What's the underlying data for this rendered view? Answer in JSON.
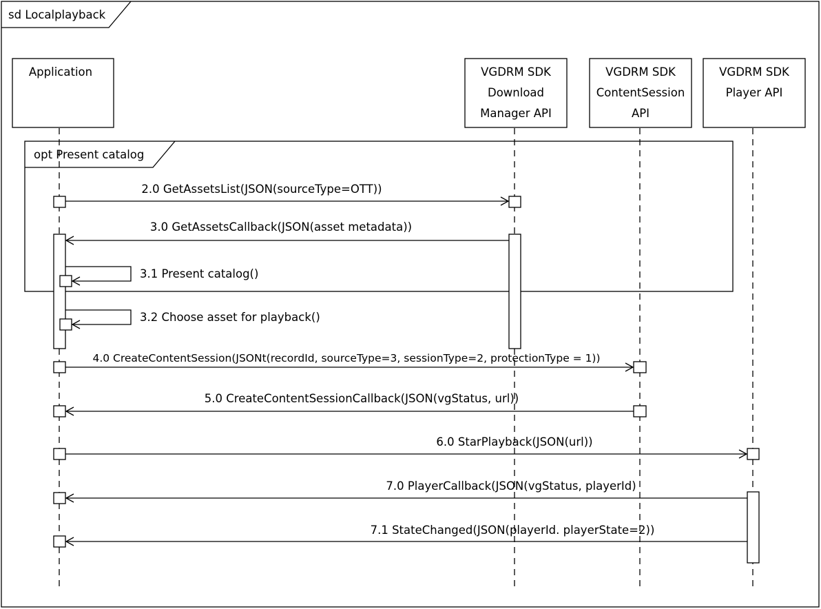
{
  "frame": {
    "title": "sd Localplayback"
  },
  "lifelines": [
    {
      "id": "app",
      "lines": [
        "Application"
      ]
    },
    {
      "id": "dm",
      "lines": [
        "VGDRM SDK",
        "Download",
        "Manager API"
      ]
    },
    {
      "id": "cs",
      "lines": [
        "VGDRM SDK",
        "ContentSession",
        "API"
      ]
    },
    {
      "id": "pl",
      "lines": [
        "VGDRM SDK",
        "Player API"
      ]
    }
  ],
  "fragment": {
    "label": "opt Present catalog"
  },
  "messages": [
    {
      "id": "m20",
      "text": "2.0 GetAssetsList(JSON(sourceType=OTT))",
      "from": "app",
      "to": "dm"
    },
    {
      "id": "m30",
      "text": "3.0 GetAssetsCallback(JSON(asset metadata))",
      "from": "dm",
      "to": "app"
    },
    {
      "id": "m31",
      "text": "3.1 Present catalog()",
      "from": "app",
      "to": "app"
    },
    {
      "id": "m32",
      "text": "3.2 Choose asset for playback()",
      "from": "app",
      "to": "app"
    },
    {
      "id": "m40",
      "text": "4.0 CreateContentSession(JSONt(recordId, sourceType=3, sessionType=2, protectionType = 1))",
      "from": "app",
      "to": "cs"
    },
    {
      "id": "m50",
      "text": "5.0 CreateContentSessionCallback(JSON(vgStatus, url))",
      "from": "cs",
      "to": "app"
    },
    {
      "id": "m60",
      "text": "6.0 StarPlayback(JSON(url))",
      "from": "app",
      "to": "pl"
    },
    {
      "id": "m70",
      "text": "7.0 PlayerCallback(JSON(vgStatus, playerId)",
      "from": "pl",
      "to": "app"
    },
    {
      "id": "m71",
      "text": "7.1 StateChanged(JSON(playerId. playerState=2))",
      "from": "pl",
      "to": "app"
    }
  ]
}
